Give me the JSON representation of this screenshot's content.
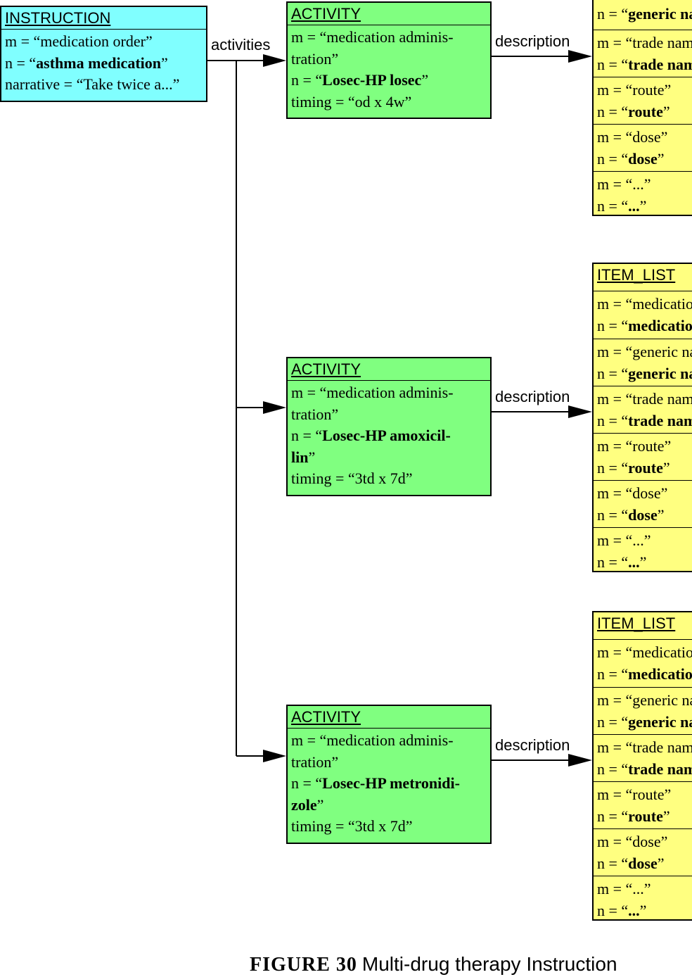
{
  "instruction": {
    "header": "INSTRUCTION",
    "m": "m = “medication order”",
    "n_prefix": "n = “",
    "n_value": "asthma medication",
    "n_suffix": "”",
    "narrative": "narrative = “Take twice a...”"
  },
  "edge_labels": {
    "activities": "activities",
    "description": "description"
  },
  "activities": [
    {
      "header": "ACTIVITY",
      "m_line1": "m = “medication adminis-",
      "m_line2": "tration”",
      "n_prefix": "n = “",
      "n_value_line1": "Losec-HP losec",
      "n_value_line2": "",
      "n_suffix": "”",
      "timing": "timing = “od x 4w”"
    },
    {
      "header": "ACTIVITY",
      "m_line1": "m = “medication adminis-",
      "m_line2": "tration”",
      "n_prefix": "n = “",
      "n_value_line1": "Losec-HP amoxicil-",
      "n_value_line2": "lin",
      "n_suffix": "”",
      "timing": "timing = “3td x 7d”"
    },
    {
      "header": "ACTIVITY",
      "m_line1": "m = “medication adminis-",
      "m_line2": "tration”",
      "n_prefix": "n = “",
      "n_value_line1": "Losec-HP metronidi-",
      "n_value_line2": "zole",
      "n_suffix": "”",
      "timing": "timing = “3td x 7d”"
    }
  ],
  "item_lists": [
    {
      "header": "",
      "rows": [
        {
          "m": "",
          "n_prefix": "n = “",
          "n_value": "generic name",
          "n_suffix": ""
        },
        {
          "m": "m = “trade name”",
          "n_prefix": "n = “",
          "n_value": "trade name",
          "n_suffix": "”"
        },
        {
          "m": "m = “route”",
          "n_prefix": "n = “",
          "n_value": "route",
          "n_suffix": "”"
        },
        {
          "m": "m = “dose”",
          "n_prefix": "n = “",
          "n_value": "dose",
          "n_suffix": "”"
        },
        {
          "m": "m = “...”",
          "n_prefix": "n = “",
          "n_value": "...",
          "n_suffix": "”"
        }
      ]
    },
    {
      "header": "ITEM_LIST",
      "rows": [
        {
          "m": "m = “medication”",
          "n_prefix": "n = “",
          "n_value": "medication",
          "n_suffix": "”"
        },
        {
          "m": "m = “generic name”",
          "n_prefix": "n = “",
          "n_value": "generic name",
          "n_suffix": "”"
        },
        {
          "m": "m = “trade name”",
          "n_prefix": "n = “",
          "n_value": "trade name",
          "n_suffix": "”"
        },
        {
          "m": "m = “route”",
          "n_prefix": "n = “",
          "n_value": "route",
          "n_suffix": "”"
        },
        {
          "m": "m = “dose”",
          "n_prefix": "n = “",
          "n_value": "dose",
          "n_suffix": "”"
        },
        {
          "m": "m = “...”",
          "n_prefix": "n = “",
          "n_value": "...",
          "n_suffix": "”"
        }
      ]
    },
    {
      "header": "ITEM_LIST",
      "rows": [
        {
          "m": "m = “medication”",
          "n_prefix": "n = “",
          "n_value": "medication",
          "n_suffix": "”"
        },
        {
          "m": "m = “generic name”",
          "n_prefix": "n = “",
          "n_value": "generic name",
          "n_suffix": "”"
        },
        {
          "m": "m = “trade name”",
          "n_prefix": "n = “",
          "n_value": "trade name",
          "n_suffix": "”"
        },
        {
          "m": "m = “route”",
          "n_prefix": "n = “",
          "n_value": "route",
          "n_suffix": "”"
        },
        {
          "m": "m = “dose”",
          "n_prefix": "n = “",
          "n_value": "dose",
          "n_suffix": "”"
        },
        {
          "m": "m = “...”",
          "n_prefix": "n = “",
          "n_value": "...",
          "n_suffix": "”"
        }
      ]
    }
  ],
  "caption": {
    "number": "FIGURE  30",
    "text": "Multi-drug therapy Instruction"
  },
  "colors": {
    "instruction_fill": "#80ffff",
    "activity_fill": "#80ff80",
    "item_list_fill": "#ffff80"
  }
}
